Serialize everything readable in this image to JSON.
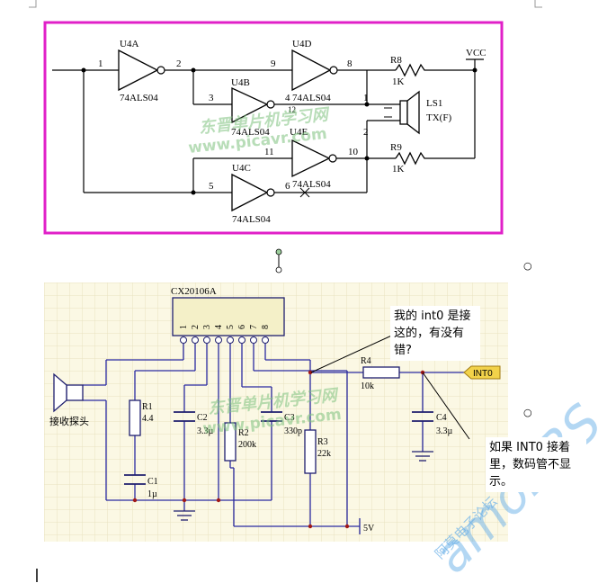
{
  "top_circuit": {
    "gates": [
      {
        "ref": "U4A",
        "part": "74ALS04",
        "in_pin": "1",
        "out_pin": "2"
      },
      {
        "ref": "U4B",
        "part": "74ALS04",
        "in_pin": "3",
        "out_pin": "4"
      },
      {
        "ref": "U4C",
        "part": "74ALS04",
        "in_pin": "5",
        "out_pin": "6"
      },
      {
        "ref": "U4D",
        "part": "74ALS04",
        "in_pin": "9",
        "out_pin": "8"
      },
      {
        "ref": "U4E",
        "part": "74ALS04",
        "in_pin": "11",
        "out_pin": "10"
      }
    ],
    "resistors": [
      {
        "ref": "R8",
        "value": "1K"
      },
      {
        "ref": "R9",
        "value": "1K"
      }
    ],
    "speaker": {
      "ref": "LS1",
      "name": "TX(F)",
      "pin1": "1",
      "pin2": "2"
    },
    "vcc": "VCC",
    "u4b_hidden_pin": "12"
  },
  "bottom_circuit": {
    "ic": {
      "ref": "CX20106A",
      "pins": [
        "1",
        "2",
        "3",
        "4",
        "5",
        "6",
        "7",
        "8"
      ]
    },
    "components": [
      {
        "ref": "R1",
        "value": "4.4"
      },
      {
        "ref": "C1",
        "value": "1µ"
      },
      {
        "ref": "C2",
        "value": "3.3µ"
      },
      {
        "ref": "R2",
        "value": "200k"
      },
      {
        "ref": "C3",
        "value": "330p"
      },
      {
        "ref": "R3",
        "value": "22k"
      },
      {
        "ref": "R4",
        "value": "10k"
      },
      {
        "ref": "C4",
        "value": "3.3µ"
      }
    ],
    "receiver_label": "接收探头",
    "output_port": "INT0",
    "supply": "5V"
  },
  "watermark": {
    "cn": "东晋单片机学习网",
    "url": "www.picavr.com",
    "amo_cn": "阿莫电子论坛",
    "amo_en": "amoBBS"
  },
  "comments": {
    "q1": "我的 int0 是接这的，有没有错?",
    "q2": "如果 INT0 接着里，数码管不显示。"
  },
  "colors": {
    "top_frame": "#e020c8",
    "grid_bg": "#fbf8e4",
    "grid_line": "#e8e2c0",
    "wire": "#2a2aa0",
    "component": "#1e1e6e",
    "watermark": "#7fc27f",
    "amo": "#6ab0e8"
  }
}
